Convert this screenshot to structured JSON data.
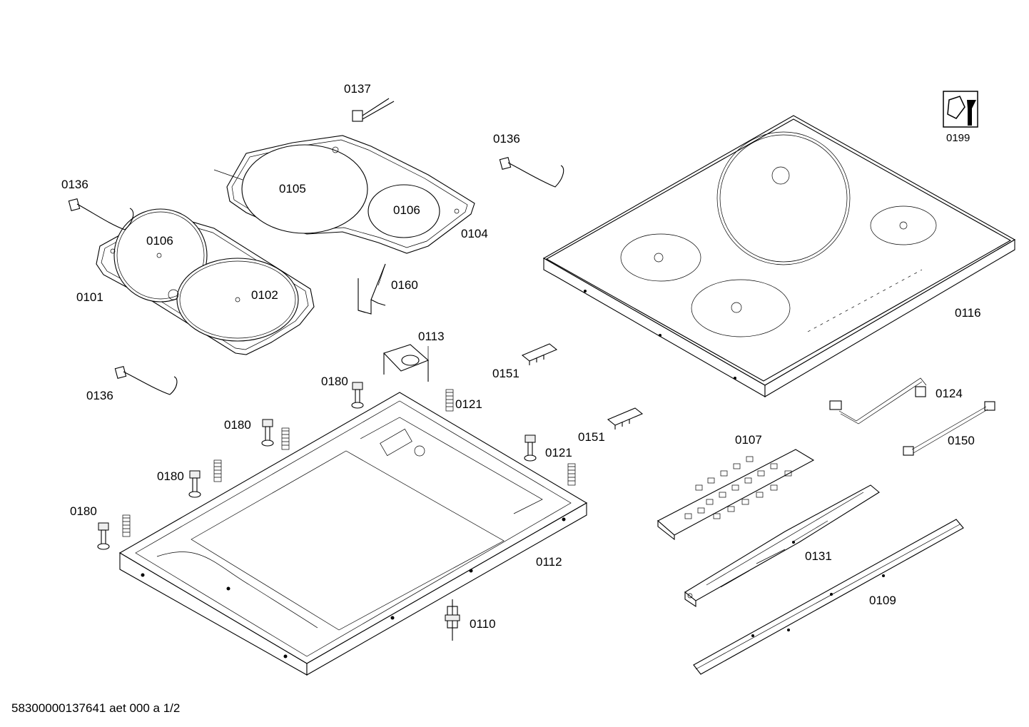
{
  "parts": {
    "p0137": "0137",
    "p0136_top": "0136",
    "p0136_left": "0136",
    "p0136_bottom": "0136",
    "p0105": "0105",
    "p0106_top": "0106",
    "p0106_left": "0106",
    "p0104": "0104",
    "p0101": "0101",
    "p0102": "0102",
    "p0160": "0160",
    "p0113": "0113",
    "p0180_a": "0180",
    "p0180_b": "0180",
    "p0180_c": "0180",
    "p0180_d": "0180",
    "p0121_a": "0121",
    "p0121_b": "0121",
    "p0151_a": "0151",
    "p0151_b": "0151",
    "p0112": "0112",
    "p0110": "0110",
    "p0116": "0116",
    "p0124": "0124",
    "p0150": "0150",
    "p0107": "0107",
    "p0131": "0131",
    "p0109": "0109",
    "p0199": "0199"
  },
  "footer": "58300000137641 aet 000 a 1/2"
}
